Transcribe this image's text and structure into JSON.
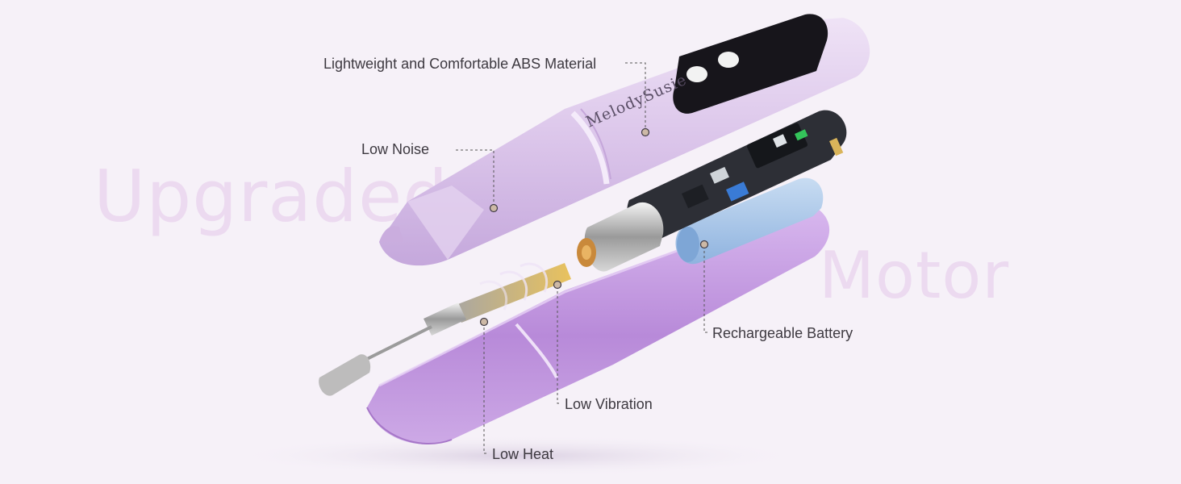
{
  "background_words": {
    "upgraded": "Upgraded",
    "motor": "Motor"
  },
  "brand": {
    "logo_text": "MelodySusie"
  },
  "callouts": {
    "abs_material": "Lightweight and Comfortable ABS Material",
    "low_noise": "Low Noise",
    "rechargeable_battery": "Rechargeable Battery",
    "low_vibration": "Low Vibration",
    "low_heat": "Low Heat"
  },
  "colors": {
    "background": "#f6f1f8",
    "shell_lavender": "#dcc6ea",
    "shell_purple": "#b78ad8",
    "battery_blue": "#a9c8ea",
    "pcb_dark": "#2d2f36",
    "callout_text": "#3d3940",
    "background_word": "#ecdaf0"
  }
}
